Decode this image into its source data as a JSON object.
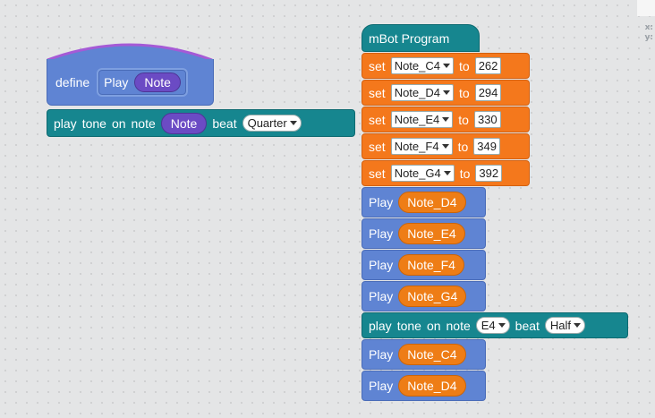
{
  "stage": {
    "x_label": "x:",
    "y_label": "y:"
  },
  "define_block": {
    "keyword": "define",
    "proc_name": "Play",
    "param": "Note",
    "colors": {
      "hat": "#5f84d3",
      "cap_line": "#a55ad6"
    }
  },
  "left_tone_block": {
    "play": "play",
    "tone": "tone",
    "on": "on",
    "note": "note",
    "note_value": "Note",
    "beat": "beat",
    "beat_value": "Quarter"
  },
  "program": {
    "hat_label": "mBot Program",
    "sets": [
      {
        "keyword": "set",
        "var": "Note_C4",
        "to": "to",
        "value": "262"
      },
      {
        "keyword": "set",
        "var": "Note_D4",
        "to": "to",
        "value": "294"
      },
      {
        "keyword": "set",
        "var": "Note_E4",
        "to": "to",
        "value": "330"
      },
      {
        "keyword": "set",
        "var": "Note_F4",
        "to": "to",
        "value": "349"
      },
      {
        "keyword": "set",
        "var": "Note_G4",
        "to": "to",
        "value": "392"
      }
    ],
    "plays_a": [
      {
        "keyword": "Play",
        "arg": "Note_D4"
      },
      {
        "keyword": "Play",
        "arg": "Note_E4"
      },
      {
        "keyword": "Play",
        "arg": "Note_F4"
      },
      {
        "keyword": "Play",
        "arg": "Note_G4"
      }
    ],
    "tone": {
      "play": "play",
      "tone": "tone",
      "on": "on",
      "note": "note",
      "note_value": "E4",
      "beat": "beat",
      "beat_value": "Half"
    },
    "plays_b": [
      {
        "keyword": "Play",
        "arg": "Note_C4"
      },
      {
        "keyword": "Play",
        "arg": "Note_D4"
      }
    ],
    "colors": {
      "hat": "#16868f",
      "set": "#f4781c",
      "play": "#5f84d3",
      "tone": "#16868f"
    }
  }
}
